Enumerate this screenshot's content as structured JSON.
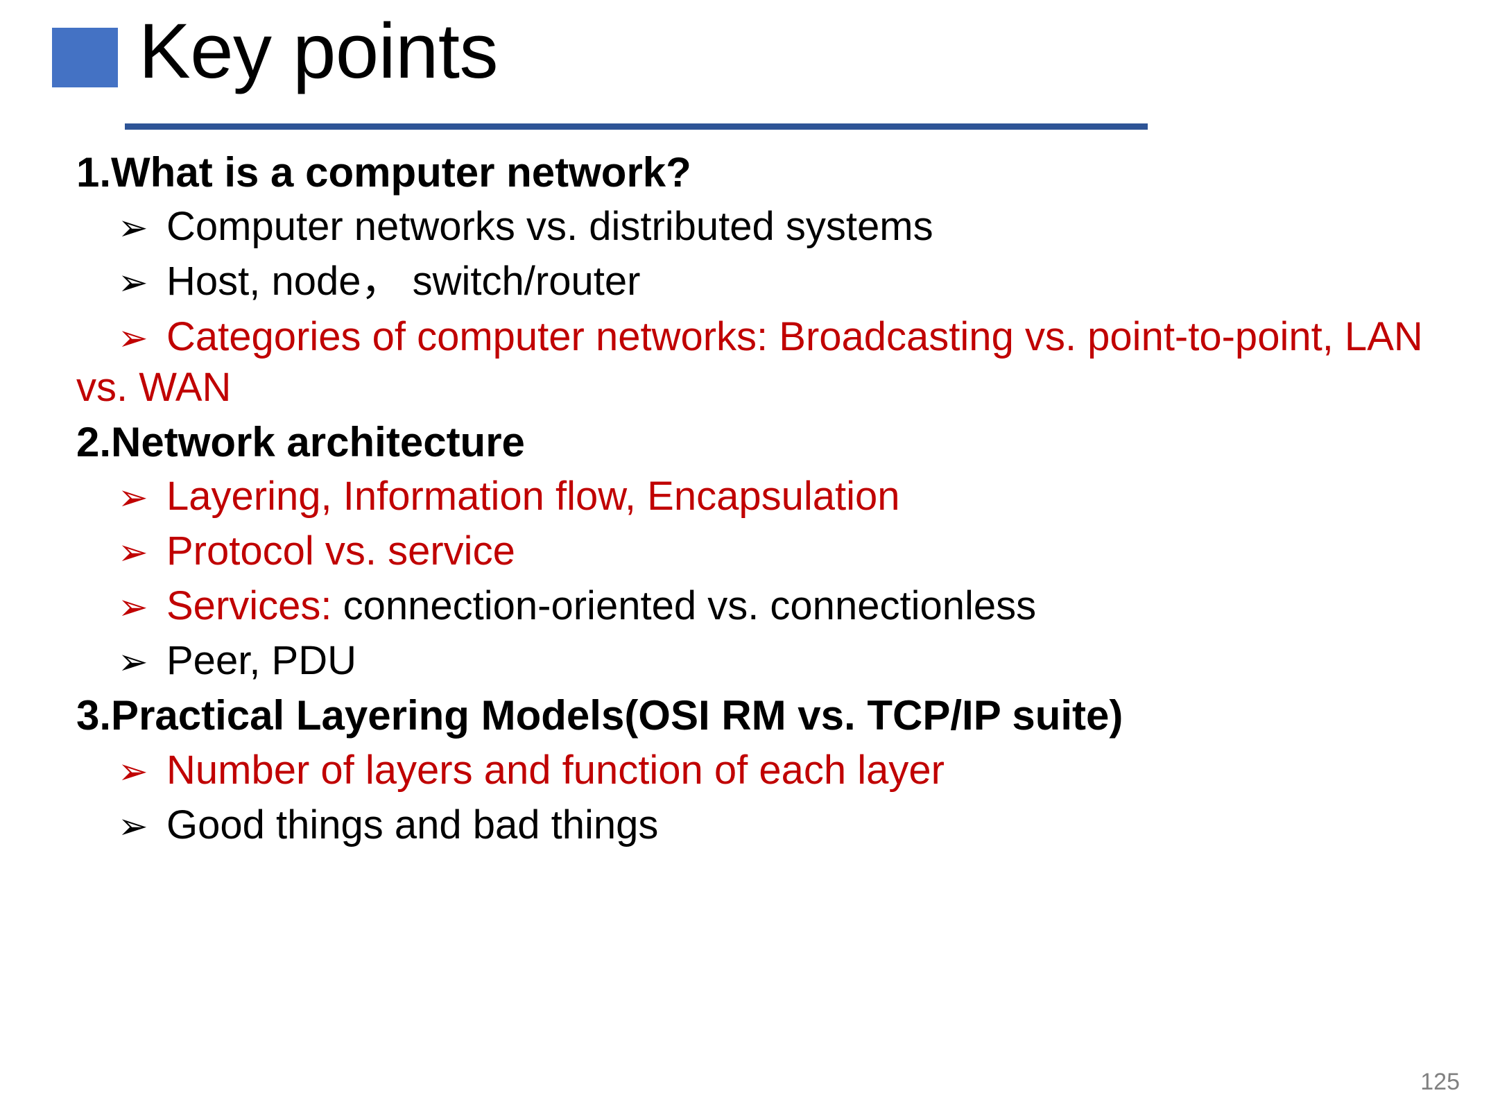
{
  "slide": {
    "title": "Key points",
    "accent_square_color": "#4472C4",
    "rule_color": "#2E5496",
    "red_color": "#C00000",
    "page_number": "125",
    "bullet_glyph": "➢"
  },
  "outline": [
    {
      "number": "1.",
      "heading": "What is a computer network?",
      "bullets": [
        {
          "text": "Computer networks vs. distributed systems",
          "color": "black"
        },
        {
          "text": "Host, node， switch/router",
          "color": "black"
        },
        {
          "text": "Categories of computer networks:  Broadcasting vs. point-to-point, LAN vs. WAN",
          "color": "red"
        }
      ]
    },
    {
      "number": "2.",
      "heading": "Network architecture",
      "bullets": [
        {
          "text": "Layering, Information flow, Encapsulation",
          "color": "red"
        },
        {
          "text": "Protocol vs. service",
          "color": "red"
        },
        {
          "text": "Services: connection-oriented vs. connectionless",
          "color": "mixed",
          "red_prefix": "Services:",
          "black_suffix": " connection-oriented vs. connectionless"
        },
        {
          "text": "Peer, PDU",
          "color": "black"
        }
      ]
    },
    {
      "number": "3.",
      "heading": "Practical Layering Models(OSI RM vs. TCP/IP suite)",
      "bullets": [
        {
          "text": "Number of layers and function of each layer",
          "color": "red"
        },
        {
          "text": "Good things and bad things",
          "color": "black"
        }
      ]
    }
  ]
}
